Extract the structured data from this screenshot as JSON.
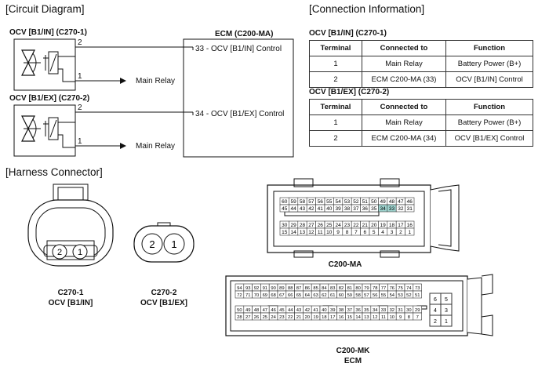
{
  "sections": {
    "circuit": "[Circuit Diagram]",
    "connection": "[Connection Information]",
    "harness": "[Harness Connector]"
  },
  "circuit": {
    "ocv_in_label": "OCV [B1/IN] (C270-1)",
    "ocv_ex_label": "OCV [B1/EX] (C270-2)",
    "ecm_label": "ECM (C200-MA)",
    "pin2": "2",
    "pin1": "1",
    "main_relay": "Main Relay",
    "ecm_pin33": "33 - OCV [B1/IN] Control",
    "ecm_pin34": "34 - OCV [B1/EX] Control"
  },
  "tables": [
    {
      "title": "OCV [B1/IN] (C270-1)",
      "headers": [
        "Terminal",
        "Connected to",
        "Function"
      ],
      "rows": [
        [
          "1",
          "Main Relay",
          "Battery Power (B+)"
        ],
        [
          "2",
          "ECM C200-MA (33)",
          "OCV [B1/IN] Control"
        ]
      ]
    },
    {
      "title": "OCV [B1/EX] (C270-2)",
      "headers": [
        "Terminal",
        "Connected to",
        "Function"
      ],
      "rows": [
        [
          "1",
          "Main Relay",
          "Battery Power (B+)"
        ],
        [
          "2",
          "ECM C200-MA (34)",
          "OCV [B1/EX] Control"
        ]
      ]
    }
  ],
  "connectors": {
    "c270_1": {
      "pins": [
        "2",
        "1"
      ],
      "name": "C270-1",
      "desc": "OCV [B1/IN]"
    },
    "c270_2": {
      "pins": [
        "2",
        "1"
      ],
      "name": "C270-2",
      "desc": "OCV [B1/EX]"
    },
    "c200_ma": {
      "name": "C200-MA",
      "rows": [
        [
          "60",
          "59",
          "58",
          "57",
          "56",
          "55",
          "54",
          "53",
          "52",
          "51",
          "50",
          "49",
          "48",
          "47",
          "46"
        ],
        [
          "45",
          "44",
          "43",
          "42",
          "41",
          "40",
          "39",
          "38",
          "37",
          "36",
          "35",
          "34",
          "33",
          "32",
          "31"
        ],
        [
          "30",
          "29",
          "28",
          "27",
          "26",
          "25",
          "24",
          "23",
          "22",
          "21",
          "20",
          "19",
          "18",
          "17",
          "16"
        ],
        [
          "15",
          "14",
          "13",
          "12",
          "11",
          "10",
          "9",
          "8",
          "7",
          "6",
          "5",
          "4",
          "3",
          "2",
          "1"
        ]
      ],
      "highlight": [
        "34",
        "33"
      ],
      "highlight_color": "#9fd4cf"
    },
    "c200_mk": {
      "name": "C200-MK",
      "desc": "ECM",
      "rows": [
        [
          "94",
          "93",
          "92",
          "91",
          "90",
          "89",
          "88",
          "87",
          "86",
          "85",
          "84",
          "83",
          "82",
          "81",
          "80",
          "79",
          "78",
          "77",
          "76",
          "75",
          "74",
          "73"
        ],
        [
          "72",
          "71",
          "70",
          "69",
          "68",
          "67",
          "66",
          "65",
          "64",
          "63",
          "62",
          "61",
          "60",
          "59",
          "58",
          "57",
          "56",
          "55",
          "54",
          "53",
          "52",
          "51"
        ],
        [
          "50",
          "49",
          "48",
          "47",
          "46",
          "45",
          "44",
          "43",
          "42",
          "41",
          "40",
          "39",
          "38",
          "37",
          "36",
          "35",
          "34",
          "33",
          "32",
          "31",
          "30",
          "29"
        ],
        [
          "28",
          "27",
          "26",
          "25",
          "24",
          "23",
          "22",
          "21",
          "20",
          "19",
          "18",
          "17",
          "16",
          "15",
          "14",
          "13",
          "12",
          "11",
          "10",
          "9",
          "8",
          "7"
        ]
      ],
      "side": [
        [
          "6",
          "5"
        ],
        [
          "4",
          "3"
        ],
        [
          "2",
          "1"
        ]
      ]
    }
  }
}
